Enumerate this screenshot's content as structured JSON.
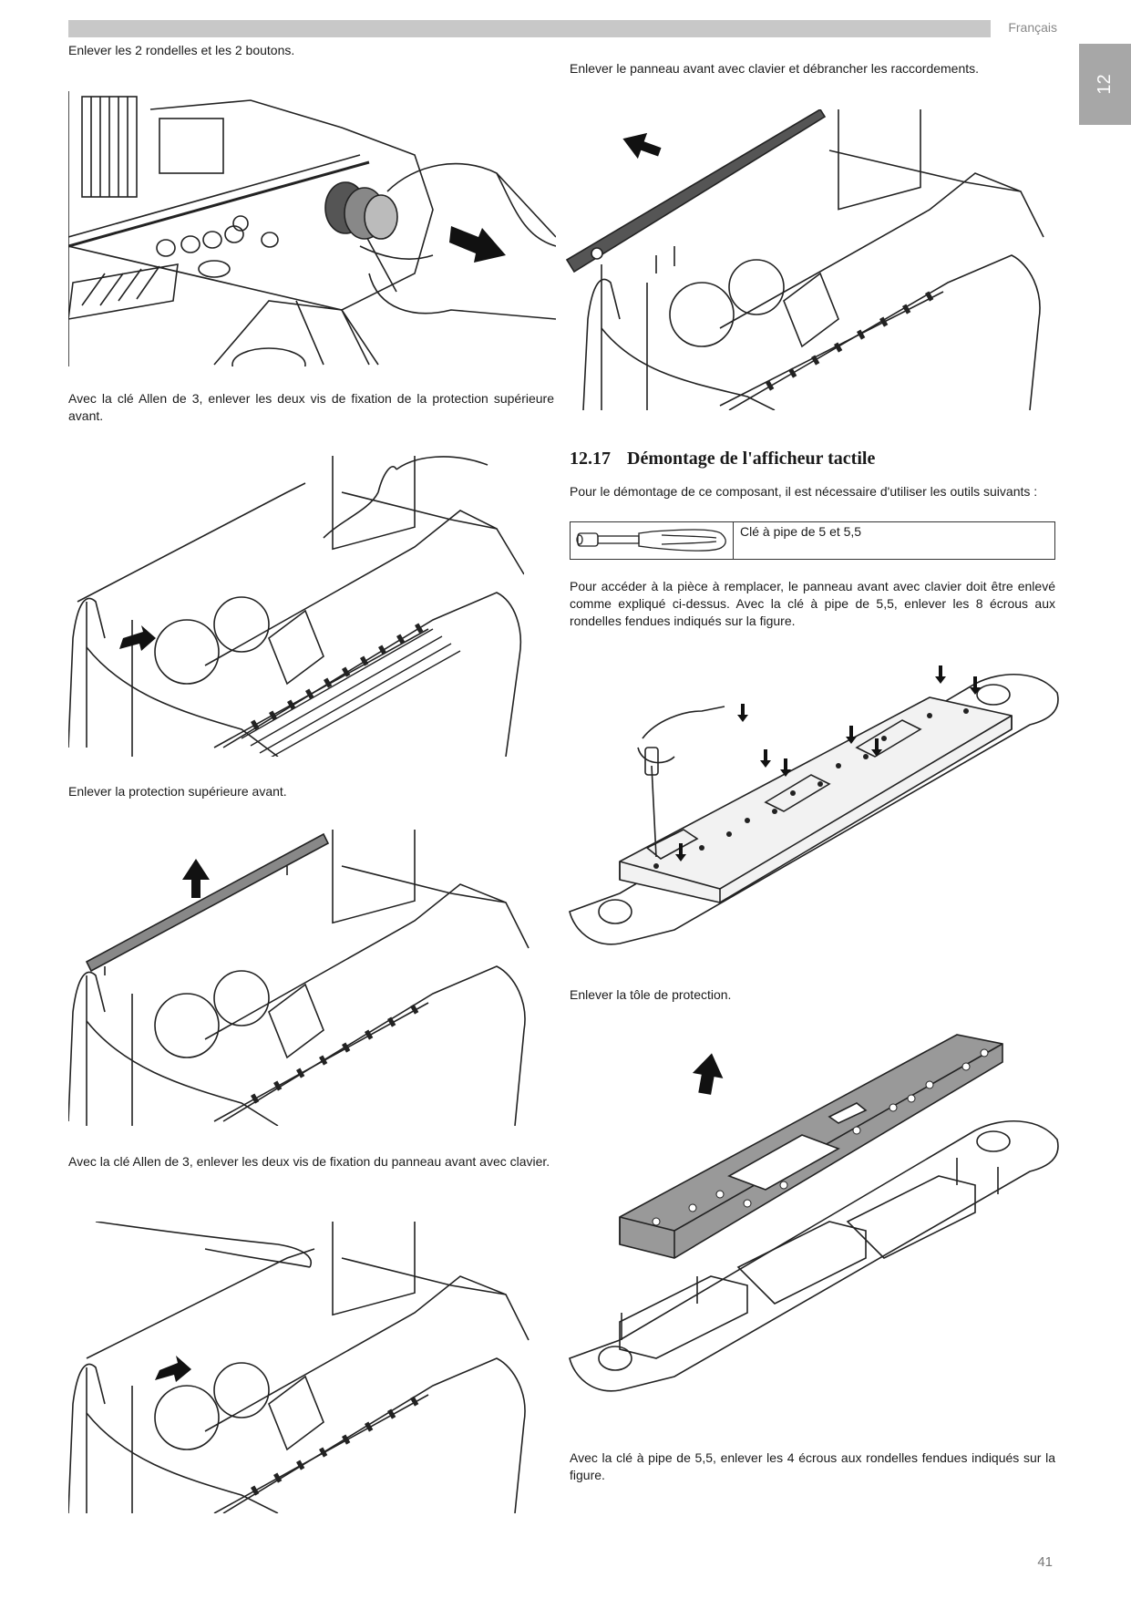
{
  "header": {
    "language": "Français",
    "chapter": "12"
  },
  "left_column": {
    "step1": "Enlever les 2 rondelles et les 2 boutons.",
    "step2": "Avec la clé Allen de 3, enlever les deux vis de fixation de la protection supérieure avant.",
    "step3": "Enlever la protection supérieure avant.",
    "step4": "Avec la clé Allen de 3, enlever les deux vis de fixation du panneau avant avec clavier."
  },
  "right_column": {
    "step1": "Enlever le panneau avant avec clavier et débrancher les raccordements.",
    "section": {
      "number": "12.17",
      "title": "Démontage de l'afficheur tactile"
    },
    "tools_intro": "Pour le démontage de ce composant, il est nécessaire d'utiliser les outils suivants :",
    "tool": "Clé à pipe de 5 et 5,5",
    "step2": "Pour accéder à la pièce à remplacer, le panneau avant avec clavier doit être enlevé comme expliqué ci-dessus. Avec la clé à pipe de 5,5, enlever les 8 écrous aux rondelles fendues indiqués sur la figure.",
    "step3": "Enlever la tôle de protection.",
    "step4": "Avec la clé à pipe de 5,5, enlever les 4 écrous aux rondelles fendues indiqués sur la figure."
  },
  "footer": {
    "page_number": "41"
  }
}
